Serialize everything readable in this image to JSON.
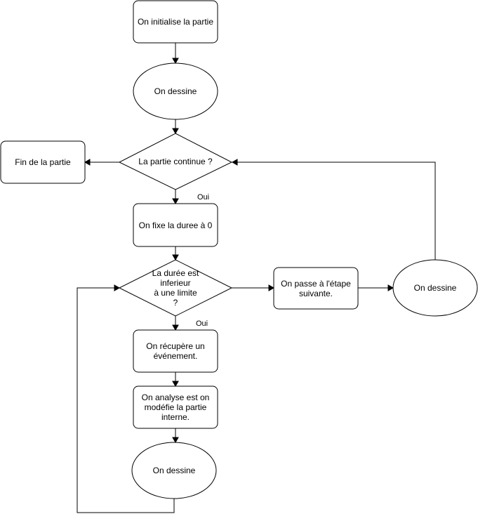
{
  "diagram": {
    "nodes": {
      "init": "On initialise la partie",
      "draw1": "On dessine",
      "continue": "La partie continue ?",
      "end": "Fin de la partie",
      "reset": "On fixe la duree à 0",
      "limit": "La durée est\ninferieur\nà une limite\n?",
      "next": "On passe à l'étape\nsuivante.",
      "draw2": "On dessine",
      "event": "On récupère un\névénement.",
      "analyse": "On analyse est on\nmodéfie la partie\ninterne.",
      "draw3": "On dessine"
    },
    "edge_labels": {
      "continue_yes": "Oui",
      "limit_yes": "Oui"
    }
  }
}
